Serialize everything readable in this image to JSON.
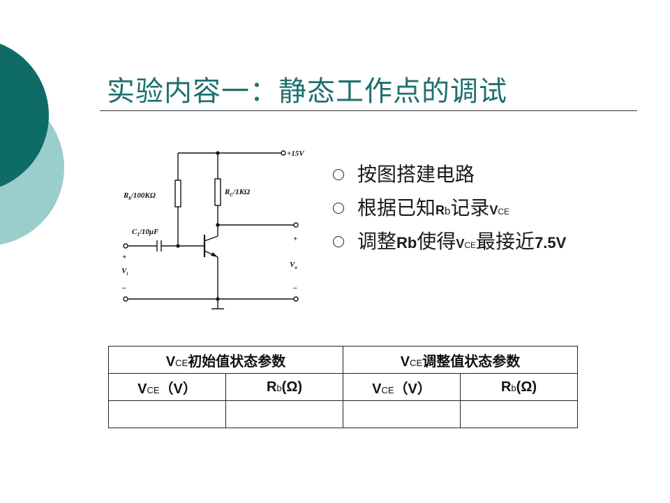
{
  "slide": {
    "title": "实验内容一：静态工作点的调试",
    "accent_dark": "#0f6b66",
    "accent_light": "#9ccdcd",
    "title_color": "#1f7070"
  },
  "circuit": {
    "supply": "+15V",
    "rb_label": "R",
    "rb_sub": "b",
    "rb_value": "/100KΩ",
    "rc_label": "R",
    "rc_sub": "C",
    "rc_value": "/1KΩ",
    "c1_label": "C",
    "c1_sub": "1",
    "c1_value": "/10μF",
    "vi_label": "V",
    "vi_sub": "i",
    "vo_label": "V",
    "vo_sub": "o",
    "plus": "+",
    "minus": "–"
  },
  "bullets": [
    {
      "icon": "circle-bullet-icon",
      "text": "按图搭建电路"
    },
    {
      "icon": "circle-bullet-icon",
      "p1": "根据已知",
      "r": "R",
      "r_sub": "b",
      "p2": "记录",
      "v": "V",
      "v_sub": "CE"
    },
    {
      "icon": "circle-bullet-icon",
      "p1": "调整",
      "rb": "Rb",
      "p2": "使得",
      "v": "V",
      "v_sub": "CE",
      "p3": "最接近",
      "num": "7.5V"
    }
  ],
  "table": {
    "group1": {
      "v": "V",
      "v_sub": "CE",
      "label": "初始值状态参数"
    },
    "group2": {
      "v": "V",
      "v_sub": "CE",
      "label": "调整值状态参数"
    },
    "col_vce": {
      "v": "V",
      "v_sub": "CE",
      "unit": "（V）"
    },
    "col_rb": {
      "r": "R",
      "r_sub": "b",
      "unit": "(Ω)"
    },
    "rows": [
      [
        "",
        "",
        "",
        ""
      ]
    ]
  }
}
